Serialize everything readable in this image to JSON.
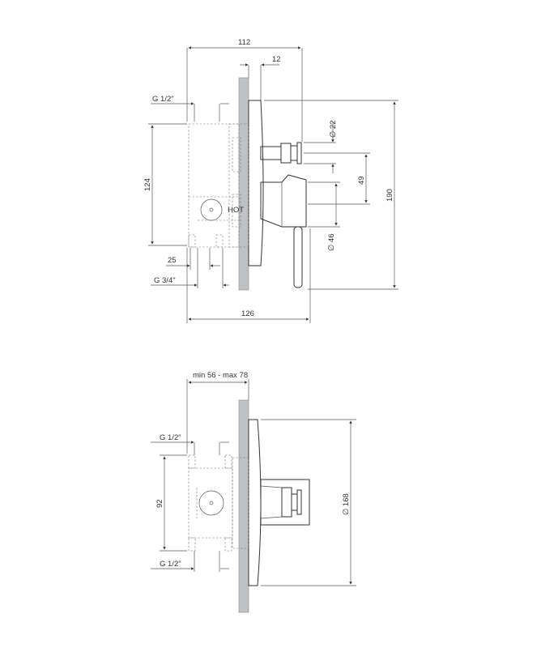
{
  "side_view": {
    "width_total": "112",
    "plate_projection": "12",
    "inlet_thread": "G 1/2\"",
    "box_height": "124",
    "stem_diameter": "22",
    "axis_spacing": "49",
    "total_height": "190",
    "handle_diameter": "46",
    "offset": "25",
    "outlet_thread": "G 3/4\"",
    "depth_total": "126",
    "box_label": "HOT"
  },
  "front_view": {
    "install_depth": "min 56 - max 78",
    "inlet_thread": "G 1/2\"",
    "box_height": "92",
    "outlet_thread": "G 1/2\"",
    "plate_diameter": "168"
  }
}
